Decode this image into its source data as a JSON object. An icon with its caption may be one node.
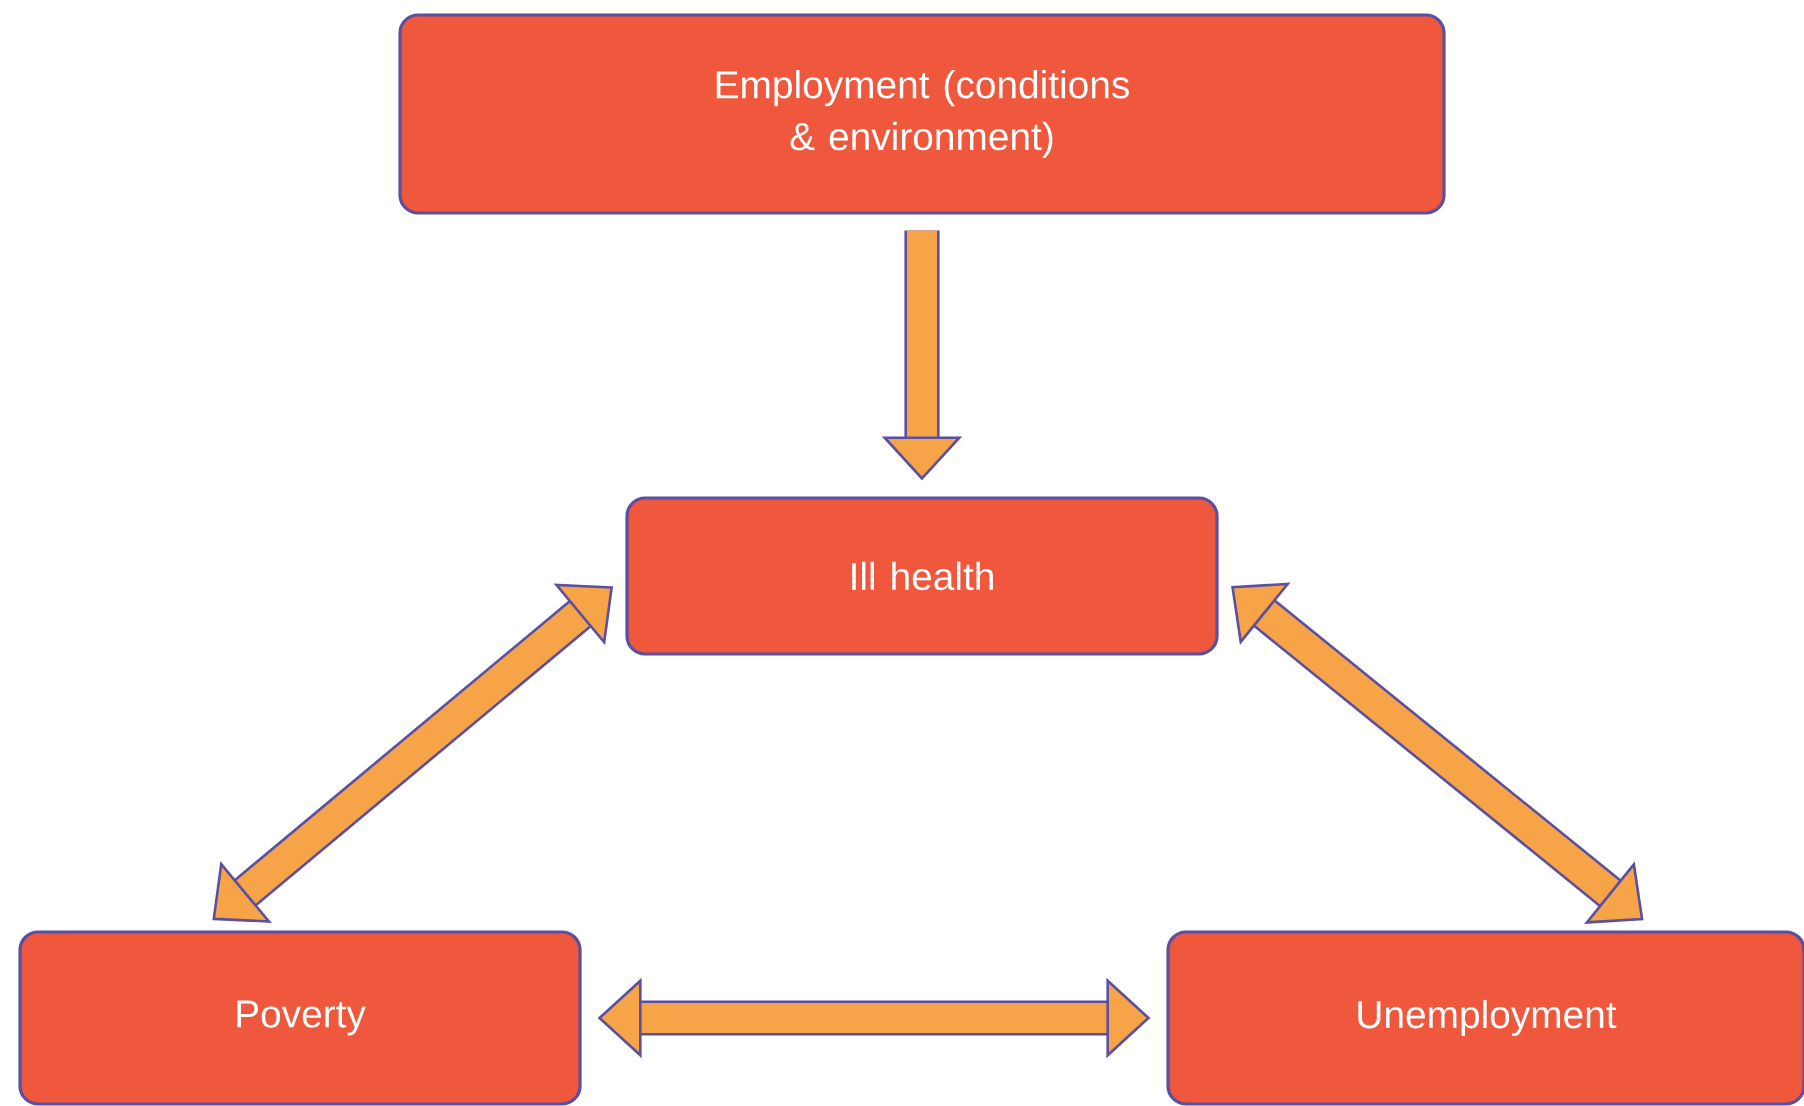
{
  "diagram": {
    "nodes": [
      {
        "text": [
          "Employment (conditions & environment)"
        ]
      },
      {
        "text": [
          "Ill health"
        ]
      },
      {
        "text": [
          "Poverty"
        ]
      },
      {
        "text": [
          "Unemployment"
        ]
      }
    ],
    "edges": [
      {
        "from": 0,
        "to": 1,
        "arrow": "to"
      },
      {
        "from": 1,
        "to": 2,
        "arrow": "both"
      },
      {
        "from": 1,
        "to": 3,
        "arrow": "both"
      },
      {
        "from": 2,
        "to": 3,
        "arrow": "both"
      }
    ]
  }
}
